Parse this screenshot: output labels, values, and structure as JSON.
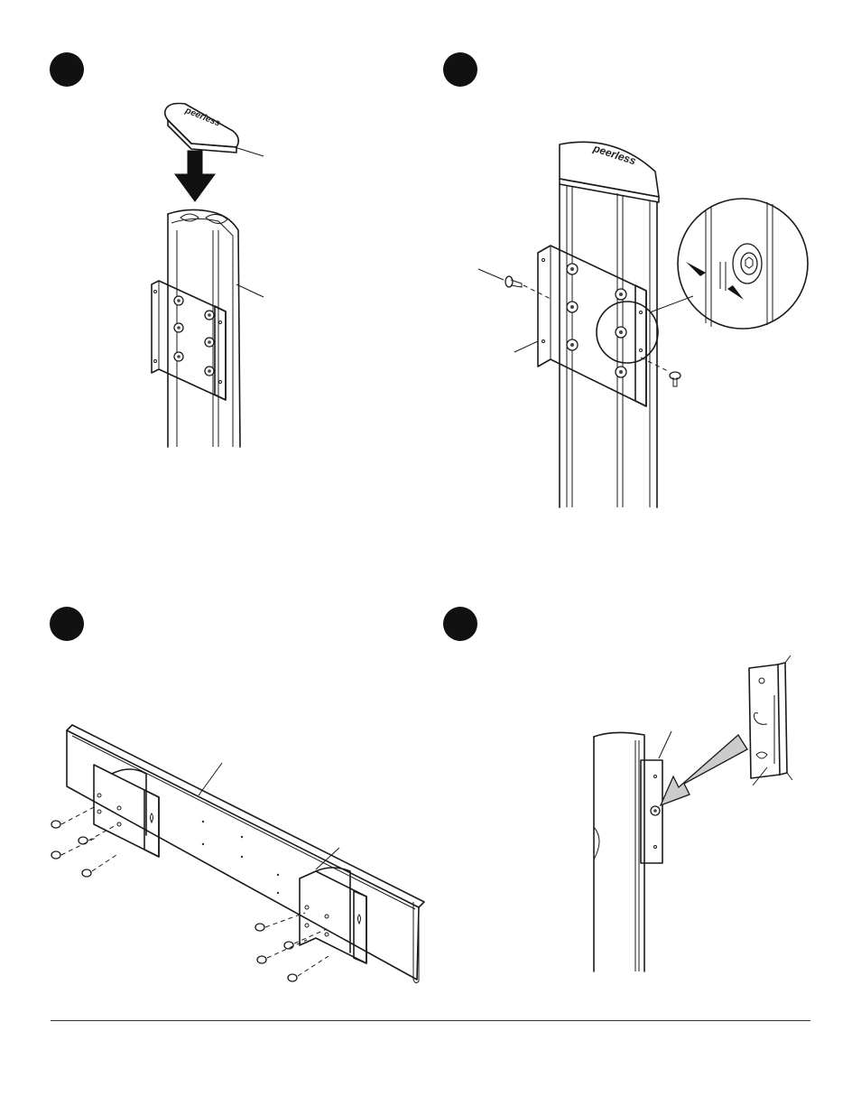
{
  "page": {
    "brand_logo_text": "peerless",
    "steps": [
      {
        "id": "step-1",
        "label": ""
      },
      {
        "id": "step-2",
        "label": ""
      },
      {
        "id": "step-3",
        "label": ""
      },
      {
        "id": "step-4",
        "label": ""
      }
    ]
  },
  "colors": {
    "ink": "#1a1a1a",
    "step_badge": "#111111",
    "arrow_fill": "#cccccc",
    "background": "#ffffff"
  }
}
